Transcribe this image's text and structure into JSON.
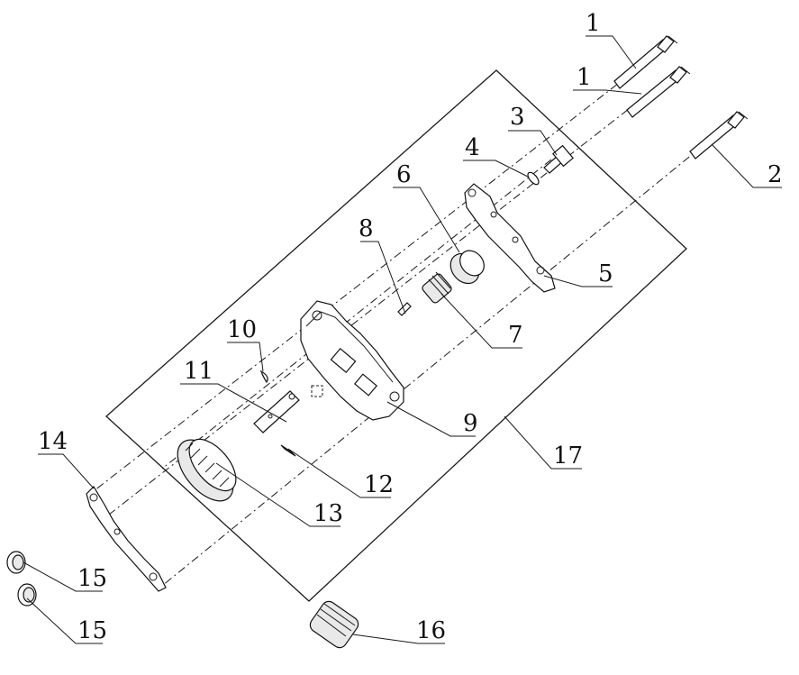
{
  "labels": [
    {
      "id": "1a",
      "text": "1"
    },
    {
      "id": "1b",
      "text": "1"
    },
    {
      "id": "2",
      "text": "2"
    },
    {
      "id": "3",
      "text": "3"
    },
    {
      "id": "4",
      "text": "4"
    },
    {
      "id": "5",
      "text": "5"
    },
    {
      "id": "6",
      "text": "6"
    },
    {
      "id": "7",
      "text": "7"
    },
    {
      "id": "8",
      "text": "8"
    },
    {
      "id": "9",
      "text": "9"
    },
    {
      "id": "10",
      "text": "10"
    },
    {
      "id": "11",
      "text": "11"
    },
    {
      "id": "12",
      "text": "12"
    },
    {
      "id": "13",
      "text": "13"
    },
    {
      "id": "14",
      "text": "14"
    },
    {
      "id": "15a",
      "text": "15"
    },
    {
      "id": "15b",
      "text": "15"
    },
    {
      "id": "16",
      "text": "16"
    },
    {
      "id": "17",
      "text": "17"
    }
  ]
}
